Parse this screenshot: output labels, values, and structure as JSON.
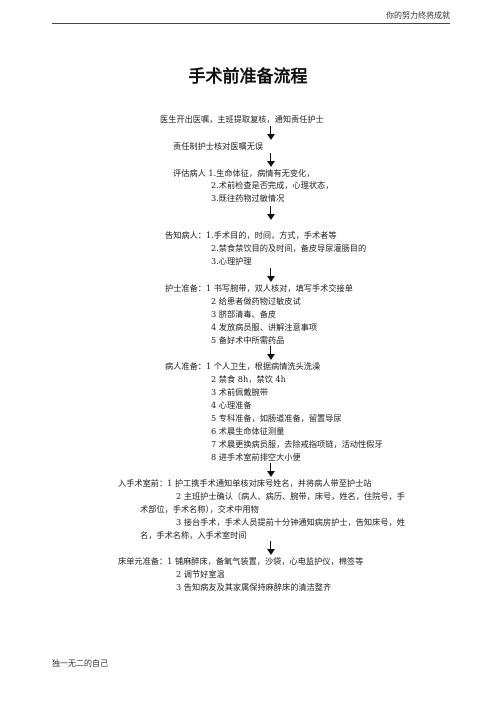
{
  "header": {
    "text": "你的努力终将成就"
  },
  "title": "手术前准备流程",
  "steps": {
    "s1": "医生开出医嘱，主班提取复核，通知责任护士",
    "s2": "责任制护士核对医嘱无误",
    "assess": [
      "评估病人 1.生命体征，病情有无变化，",
      "2.术前检查是否完成，心理状态，",
      "3.既往药物过敏情况"
    ],
    "inform": [
      "告知病人：1.手术目的，时间，方式，手术者等",
      "2.禁食禁饮目的及时间，备皮导尿灌肠目的",
      "3.心理护理"
    ],
    "nurse_prep": [
      "护士准备：1 书写腕带，双人核对，填写手术交接单",
      "2 给患者做药物过敏皮试",
      "3 脐部清毒、备皮",
      "4 发放病员服、讲解注意事项",
      "5 备好术中所需药品"
    ],
    "patient_prep": [
      "病人准备：1 个人卫生，根据病情洗头洗澡",
      "2 禁食 8h，禁饮 4h",
      "3 术前佩戴腕带",
      "4 心理准备",
      "5 专科准备，如肠道准备，留置导尿",
      "6 术晨生命体征测量",
      "7 术晨更换病员服，去除戒指项链，活动性假牙",
      "8 进手术室前排空大小便"
    ],
    "or_entry": [
      "入手术室前：1 护工携手术通知单核对床号姓名，并将病人带至护士站",
      "2 主班护士确认（病人、病历、腕带，床号，姓名，住院号，手",
      "术部位，手术名称），交术中用物",
      "3 接台手术，手术人员提前十分钟通知病房护士，告知床号，姓",
      "名，手术名称，入手术室时间"
    ],
    "bed_unit": [
      "床单元准备：1 铺麻醉床，备氧气装置，沙袋，心电监护仪，棉签等",
      "2 调节好室温",
      "3 告知病友及其家属保持麻醉床的清洁整齐"
    ]
  },
  "footer": {
    "text": "独一无二的自己"
  }
}
